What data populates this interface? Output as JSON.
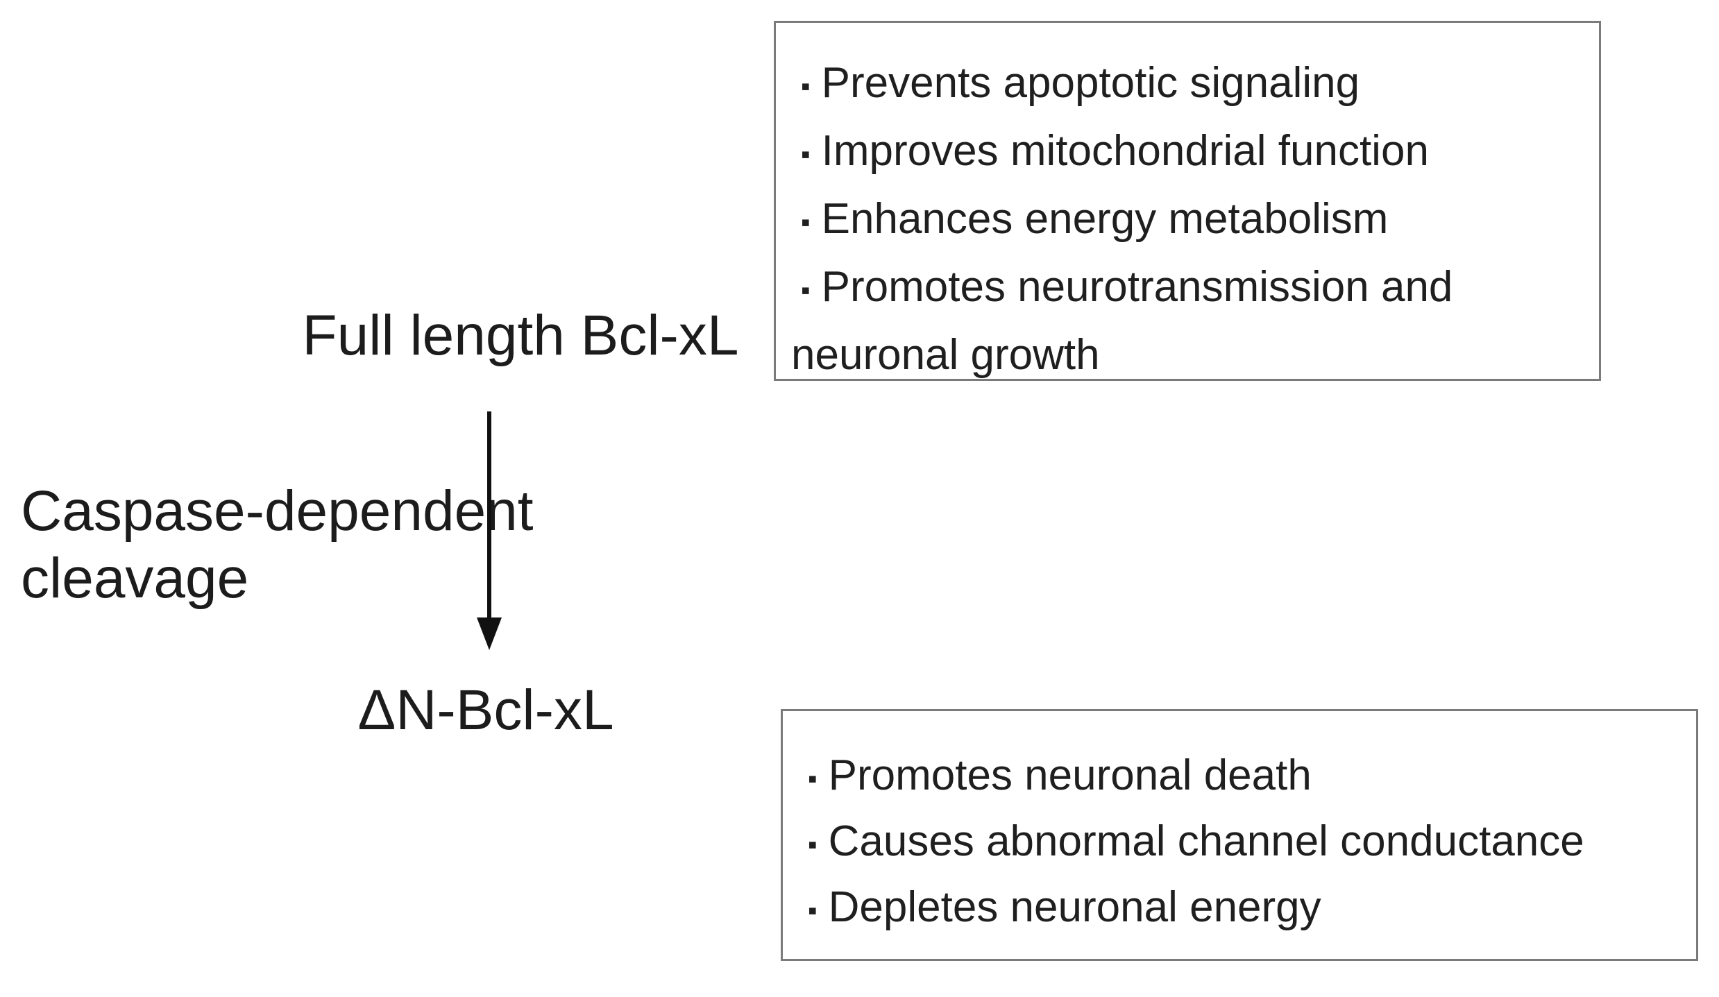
{
  "diagram": {
    "full_length_label": "Full length Bcl-xL",
    "cleavage_label_line1": "Caspase-dependent",
    "cleavage_label_line2": "cleavage",
    "delta_label": "ΔN-Bcl-xL",
    "bullet_char": "▪",
    "top_box": {
      "items": [
        "Prevents apoptotic signaling",
        "Improves mitochondrial function",
        "Enhances energy metabolism",
        "Promotes neurotransmission and neuronal growth"
      ]
    },
    "bottom_box": {
      "items": [
        "Promotes neuronal death",
        "Causes abnormal channel conductance",
        "Depletes neuronal energy"
      ]
    },
    "colors": {
      "background": "#ffffff",
      "text": "#1c1c1c",
      "box_border": "#7b7b7b",
      "arrow": "#111111"
    }
  }
}
